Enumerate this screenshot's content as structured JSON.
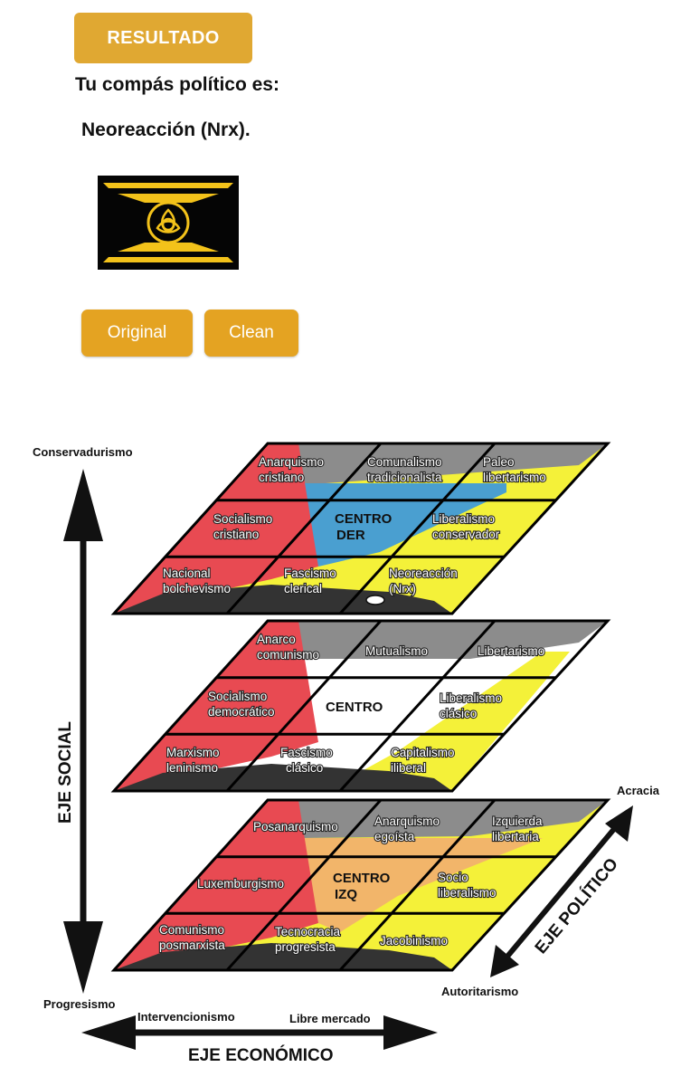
{
  "header": {
    "result_label": "RESULTADO",
    "compass_label": "Tu compás político es:",
    "compass_value": "Neoreacción (Nrx)."
  },
  "buttons": {
    "original": "Original",
    "clean": "Clean"
  },
  "colors": {
    "accent": "#e0a832",
    "red": "#e84a52",
    "blue": "#4a9fd0",
    "yellow": "#f4f139",
    "orange": "#f2b56a",
    "gray": "#8c8c8c",
    "dark": "#333333"
  },
  "compass": {
    "axes": {
      "social_top": "Conservadurismo",
      "social_bottom": "Progresismo",
      "social_title": "EJE SOCIAL",
      "econ_left": "Intervencionismo",
      "econ_right": "Libre mercado",
      "econ_title": "EJE ECONÓMICO",
      "political_top": "Acracia",
      "political_bottom": "Autoritarismo",
      "political_title": "EJE POLÍTICO"
    },
    "levels": [
      {
        "cells": [
          [
            "Anarquismo",
            "cristiano"
          ],
          [
            "Comunalismo",
            "tradicionalista"
          ],
          [
            "Paleo",
            "libertarismo"
          ],
          [
            "Socialismo",
            "cristiano"
          ],
          [
            "CENTRO",
            "DER"
          ],
          [
            "Liberalismo",
            "conservador"
          ],
          [
            "Nacional",
            "bolchevismo"
          ],
          [
            "Fascismo",
            "clerical"
          ],
          [
            "Neoreacción",
            "(Nrx)"
          ]
        ]
      },
      {
        "cells": [
          [
            "Anarco",
            "comunismo"
          ],
          [
            "Mutualismo"
          ],
          [
            "Libertarismo"
          ],
          [
            "Socialismo",
            "democrático"
          ],
          [
            "CENTRO"
          ],
          [
            "Liberalismo",
            "clásico"
          ],
          [
            "Marxismo",
            "leninismo"
          ],
          [
            "Fascismo",
            "clásico"
          ],
          [
            "Capitalismo",
            "iliberal"
          ]
        ]
      },
      {
        "cells": [
          [
            "Posanarquismo"
          ],
          [
            "Anarquismo",
            "egoísta"
          ],
          [
            "Izquierda",
            "libertaria"
          ],
          [
            "Luxemburgismo"
          ],
          [
            "CENTRO",
            "IZQ"
          ],
          [
            "Socio",
            "liberalismo"
          ],
          [
            "Comunismo",
            "posmarxista"
          ],
          [
            "Tecnocracia",
            "progresista"
          ],
          [
            "Jacobinismo"
          ]
        ]
      }
    ]
  }
}
